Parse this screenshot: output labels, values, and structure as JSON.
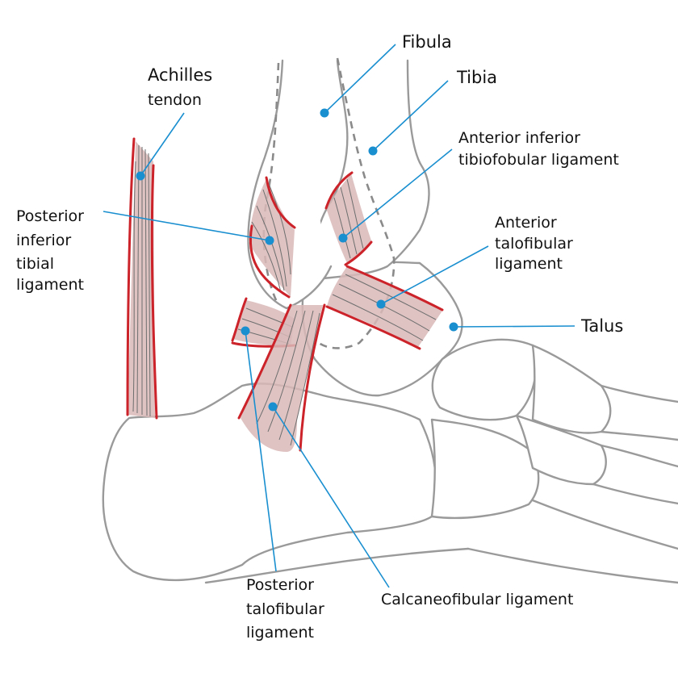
{
  "labels": {
    "fibula": "Fibula",
    "tibia": "Tibia",
    "achilles_line1": "Achilles",
    "achilles_line2": "tendon",
    "aitfl_line1": "Anterior inferior",
    "aitfl_line2": "tibiofobular ligament",
    "atfl_line1": "Anterior",
    "atfl_line2": "talofibular",
    "atfl_line3": "ligament",
    "talus": "Talus",
    "pitl_line1": "Posterior",
    "pitl_line2": "inferior",
    "pitl_line3": "tibial",
    "pitl_line4": "ligament",
    "ptfl_line1": "Posterior",
    "ptfl_line2": "talofibular",
    "ptfl_line3": "ligament",
    "cfl": "Calcaneofibular ligament"
  },
  "colors": {
    "bone_outline": "#9a9a9a",
    "ligament_fill": "#d9b8b8",
    "ligament_edge": "#cc2229",
    "fiber": "#6e6e6e",
    "leader": "#1a8fd0",
    "text": "#111111"
  }
}
